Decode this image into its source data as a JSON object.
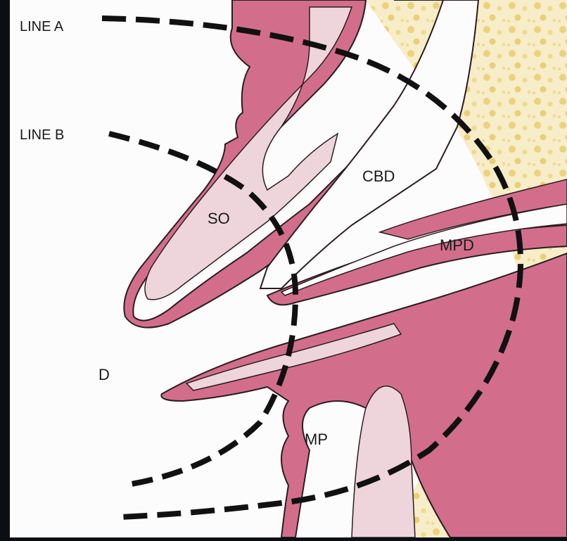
{
  "labels": {
    "line_a": "LINE A",
    "line_b": "LINE B",
    "so": "SO",
    "cbd": "CBD",
    "mpd": "MPD",
    "d": "D",
    "mp": "MP"
  },
  "colors": {
    "frame_dark": "#0b0f14",
    "background": "#fdfcfd",
    "tissue_pink": "#d26e8c",
    "tissue_light": "#eed5db",
    "outline": "#2a1c20",
    "fat_bg": "#f7edc8",
    "fat_dots": "#ecd27e",
    "dash": "#111111",
    "label_text": "#1a1a1a"
  }
}
